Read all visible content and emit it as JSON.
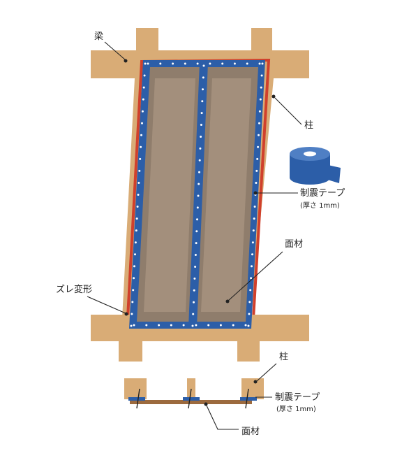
{
  "labels": {
    "beam": "梁",
    "post_top": "柱",
    "tape_top": "制震テープ",
    "tape_top_note": "(厚さ 1mm)",
    "panel_top": "面材",
    "shear_deformation": "ズレ変形",
    "post_bottom": "柱",
    "tape_bottom": "制震テープ",
    "tape_bottom_note": "(厚さ 1mm)",
    "panel_bottom": "面材"
  },
  "colors": {
    "wood": "#d9ac76",
    "wood_dark": "#c6955c",
    "panel": "#8f7d6c",
    "panel_light": "#a38f7c",
    "tape_blue": "#2c5ea8",
    "red_outline": "#d0402c",
    "section_panel": "#9c6a3e"
  },
  "icons": {
    "tape_roll": "tape-roll-icon"
  }
}
